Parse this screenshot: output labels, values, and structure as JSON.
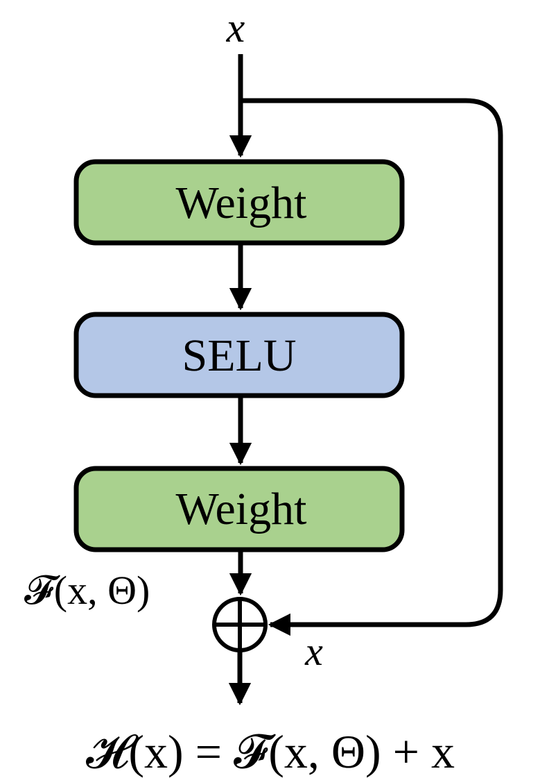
{
  "input_label": "x",
  "blocks": [
    {
      "label": "Weight",
      "fill": "#a9d18e"
    },
    {
      "label": "SELU",
      "fill": "#b4c7e7"
    },
    {
      "label": "Weight",
      "fill": "#a9d18e"
    }
  ],
  "residual_label": "𝓕(x, Θ)",
  "skip_label": "x",
  "output_equation": "𝓗(x) = 𝓕(x, Θ) + x",
  "colors": {
    "weight_fill": "#a9d18e",
    "selu_fill": "#b4c7e7",
    "stroke": "#000000"
  }
}
